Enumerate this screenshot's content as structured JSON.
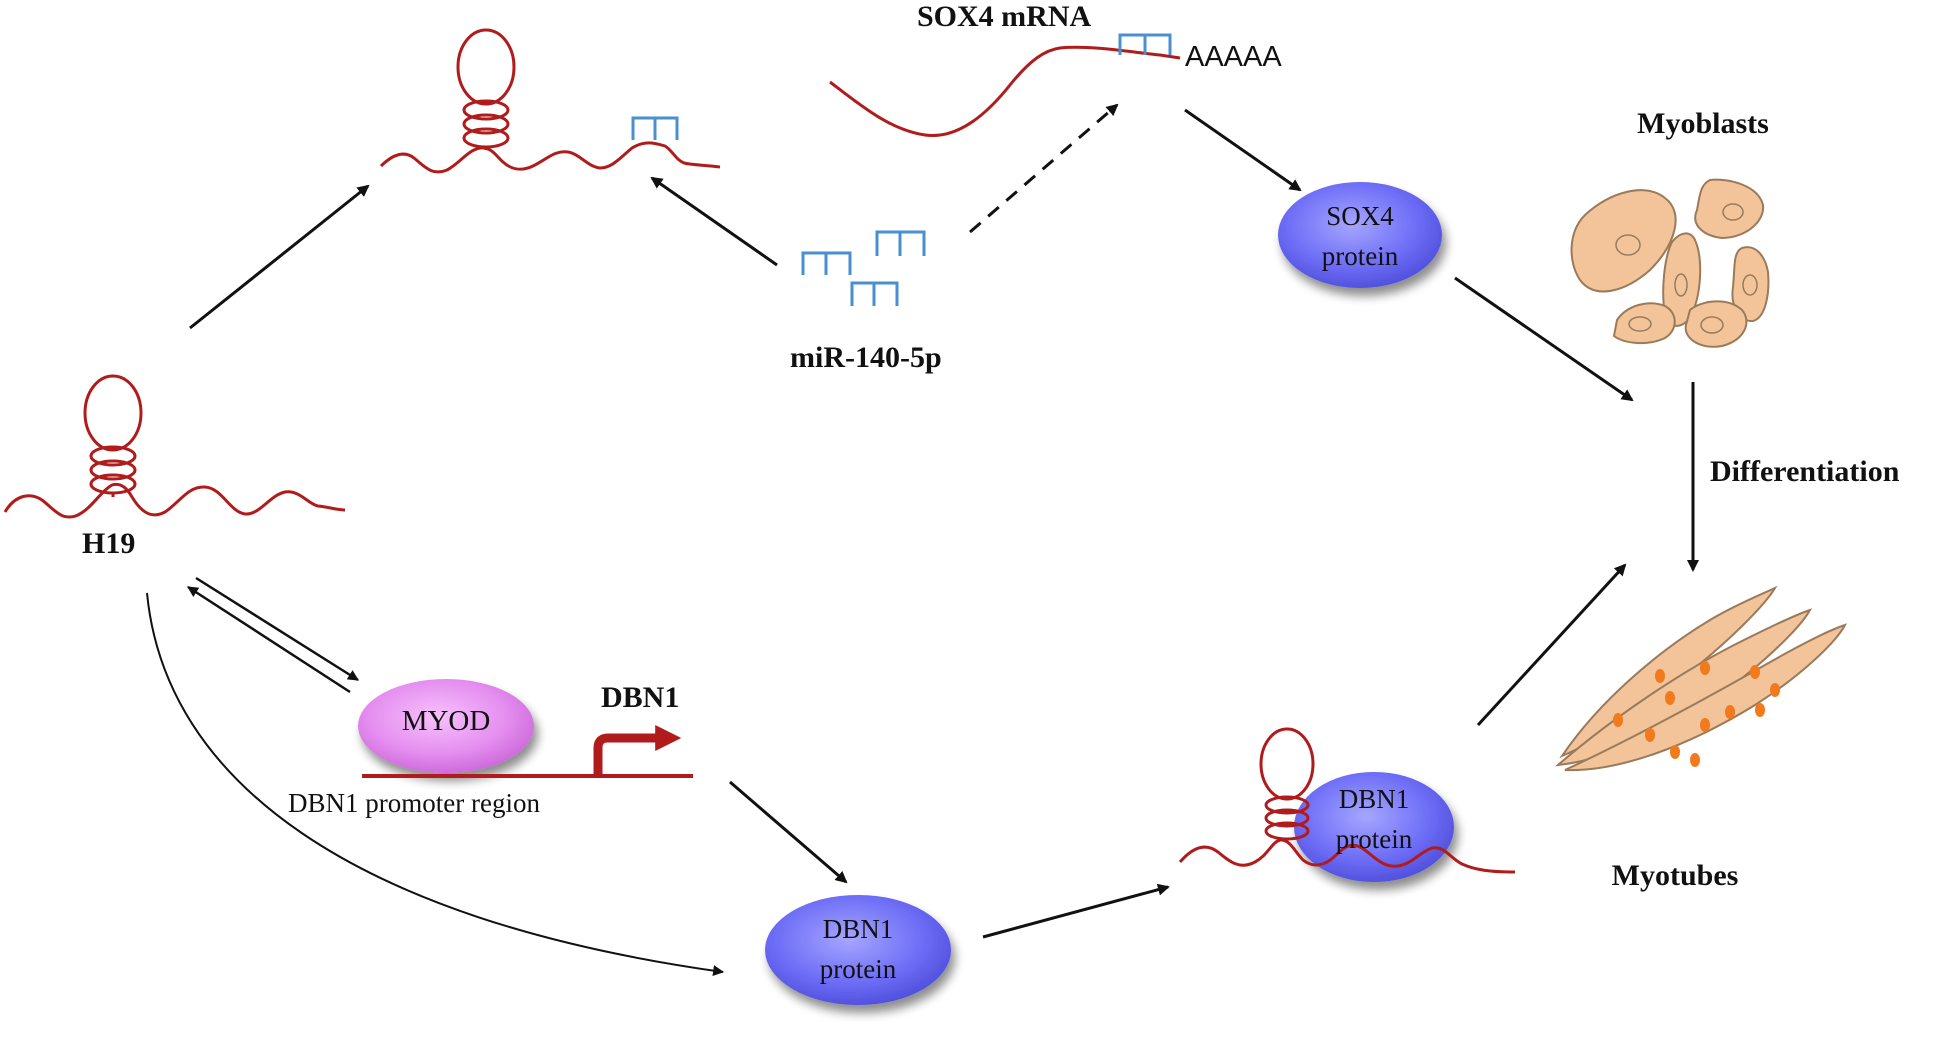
{
  "labels": {
    "sox4_mrna": "SOX4 mRNA",
    "polya": "AAAAA",
    "mirna": "miR-140-5p",
    "h19": "H19",
    "myod": "MYOD",
    "dbn1_gene": "DBN1",
    "promoter": "DBN1 promoter region",
    "sox4_protein_line1": "SOX4",
    "sox4_protein_line2": "protein",
    "dbn1_protein_line1": "DBN1",
    "dbn1_protein_line2": "protein",
    "dbn1_bound_line1": "DBN1",
    "dbn1_bound_line2": "protein",
    "myoblasts": "Myoblasts",
    "differentiation": "Differentiation",
    "myotubes": "Myotubes"
  },
  "colors": {
    "rna": "#b01c1c",
    "mirna": "#4a8fcf",
    "protein": "#6b6bf5",
    "myod": "#e58ef0",
    "cell_fill": "#f3c49a",
    "cell_stroke": "#9a7a5a",
    "nucleus": "#f07a1c",
    "arrow": "#111111"
  }
}
